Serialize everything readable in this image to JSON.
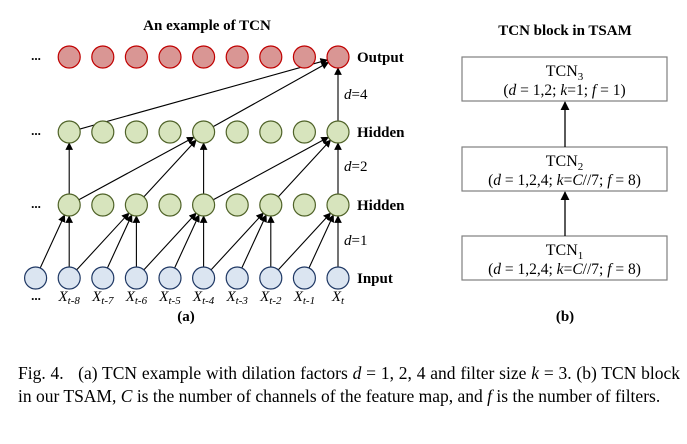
{
  "panel_a": {
    "title": "An example of TCN",
    "label": "(a)",
    "ellipsis": "...",
    "layers": [
      {
        "name": "Output",
        "color_fill": "#d99694",
        "color_stroke": "#c00000",
        "nodes": 9
      },
      {
        "name": "Hidden",
        "color_fill": "#d7e4bd",
        "color_stroke": "#4f6228",
        "nodes": 9
      },
      {
        "name": "Hidden",
        "color_fill": "#d7e4bd",
        "color_stroke": "#4f6228",
        "nodes": 9
      },
      {
        "name": "Input",
        "color_fill": "#dbe5f1",
        "color_stroke": "#1f3864",
        "nodes": 10
      }
    ],
    "dilations": [
      {
        "d_label": "d",
        "value": "=4"
      },
      {
        "d_label": "d",
        "value": "=2"
      },
      {
        "d_label": "d",
        "value": "=1"
      }
    ],
    "input_labels": [
      {
        "base": "X",
        "sub": "t-8"
      },
      {
        "base": "X",
        "sub": "t-7"
      },
      {
        "base": "X",
        "sub": "t-6"
      },
      {
        "base": "X",
        "sub": "t-5"
      },
      {
        "base": "X",
        "sub": "t-4"
      },
      {
        "base": "X",
        "sub": "t-3"
      },
      {
        "base": "X",
        "sub": "t-2"
      },
      {
        "base": "X",
        "sub": "t-1"
      },
      {
        "base": "X",
        "sub": "t"
      }
    ]
  },
  "panel_b": {
    "title": "TCN block in TSAM",
    "label": "(b)",
    "blocks": [
      {
        "name": "TCN",
        "sub": "3",
        "params": "(d = 1,2; k=1; f = 1)"
      },
      {
        "name": "TCN",
        "sub": "2",
        "params": "(d = 1,2,4; k=C//7; f = 8)"
      },
      {
        "name": "TCN",
        "sub": "1",
        "params": "(d = 1,2,4; k=C//7; f = 8)"
      }
    ]
  },
  "caption": {
    "fig": "Fig. 4.",
    "part1": "(a) TCN example with dilation factors",
    "d_var": "d",
    "eq1": " = 1, 2, 4 and filter size",
    "k_var": "k",
    "eq2": " = 3. (b) TCN block in our TSAM,",
    "c_var": "C",
    "part2": " is the number of channels of the feature map, and",
    "f_var": "f",
    "part3": " is the number of filters."
  }
}
